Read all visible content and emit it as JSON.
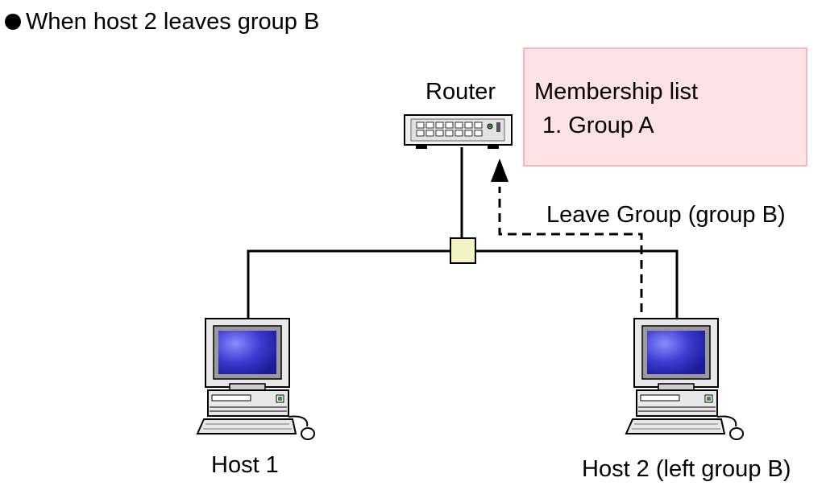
{
  "title": "When host 2 leaves group B",
  "router": {
    "label": "Router"
  },
  "membership": {
    "title": "Membership list",
    "items": [
      "1. Group A"
    ]
  },
  "message": {
    "label": "Leave Group (group B)"
  },
  "hosts": [
    {
      "label": "Host 1"
    },
    {
      "label": "Host 2 (left group B)"
    }
  ],
  "colors": {
    "membership_fill": "#fde2e3",
    "membership_border": "#f2b9bb",
    "hub_fill": "#f3f3c4",
    "screen_blue": "#2222aa"
  }
}
